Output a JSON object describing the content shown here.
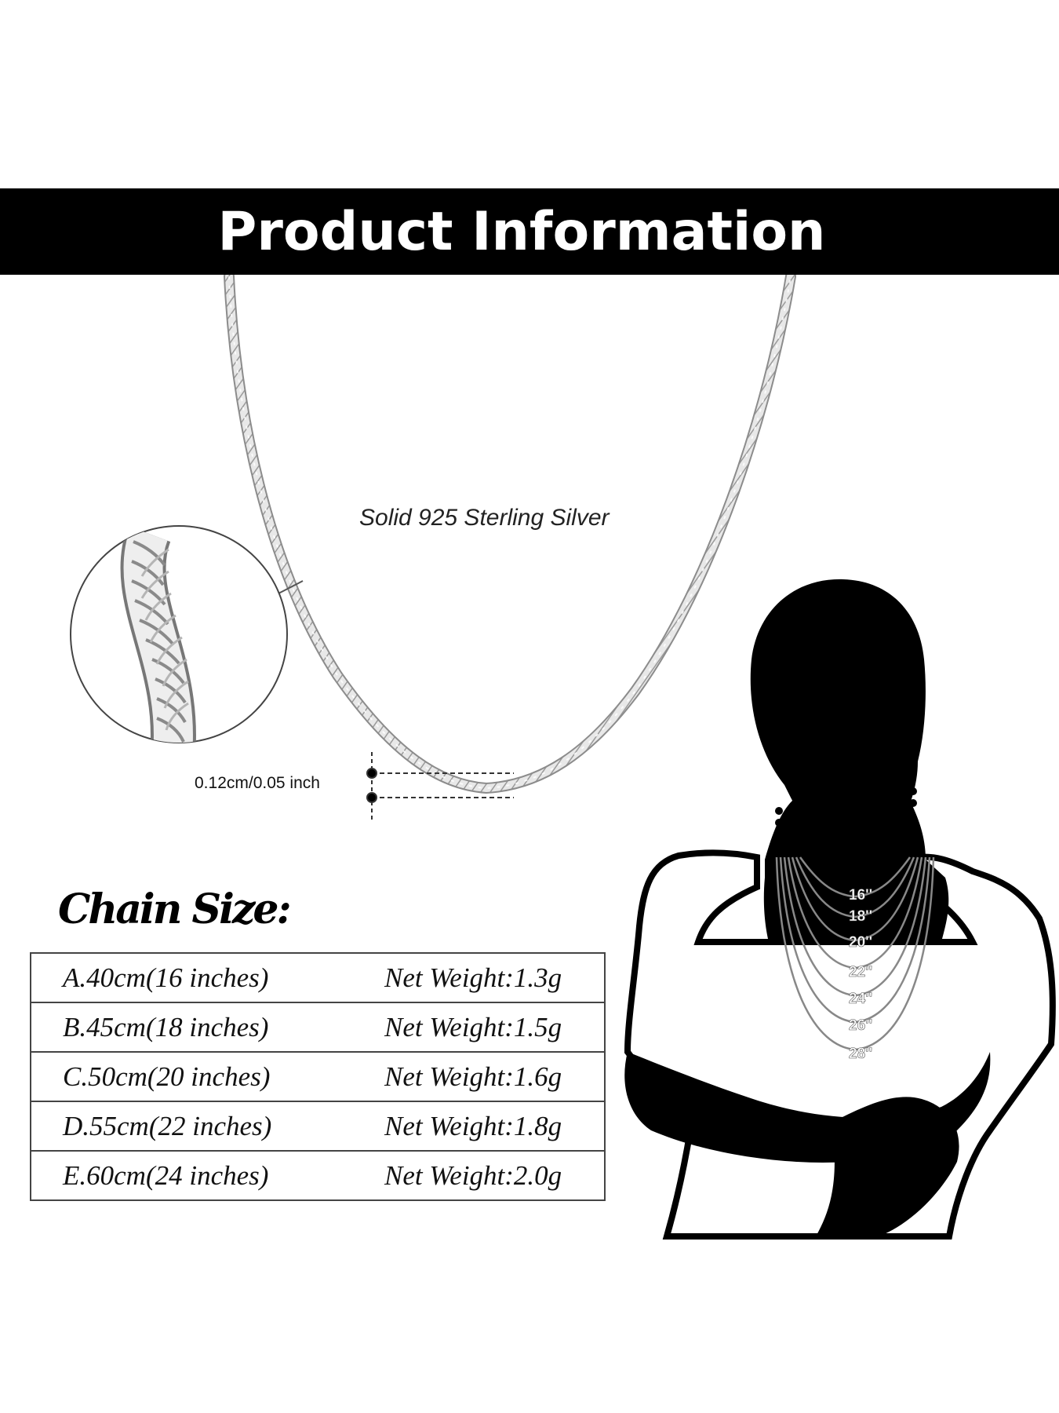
{
  "banner": {
    "title": "Product Information"
  },
  "product": {
    "material": "Solid 925 Sterling Silver",
    "thickness": "0.12cm/0.05 inch"
  },
  "chain_size": {
    "heading": "Chain Size:",
    "rows": [
      {
        "length": "A.40cm(16 inches)",
        "weight": "Net Weight:1.3g"
      },
      {
        "length": "B.45cm(18 inches)",
        "weight": "Net Weight:1.5g"
      },
      {
        "length": "C.50cm(20 inches)",
        "weight": "Net Weight:1.6g"
      },
      {
        "length": "D.55cm(22 inches)",
        "weight": "Net Weight:1.8g"
      },
      {
        "length": "E.60cm(24 inches)",
        "weight": "Net Weight:2.0g"
      }
    ]
  },
  "length_guide": {
    "labels": [
      "16''",
      "18''",
      "20''",
      "22''",
      "24''",
      "26''",
      "28''"
    ]
  },
  "colors": {
    "banner_bg": "#000000",
    "banner_text": "#ffffff",
    "silver": "#b9b9b9"
  }
}
